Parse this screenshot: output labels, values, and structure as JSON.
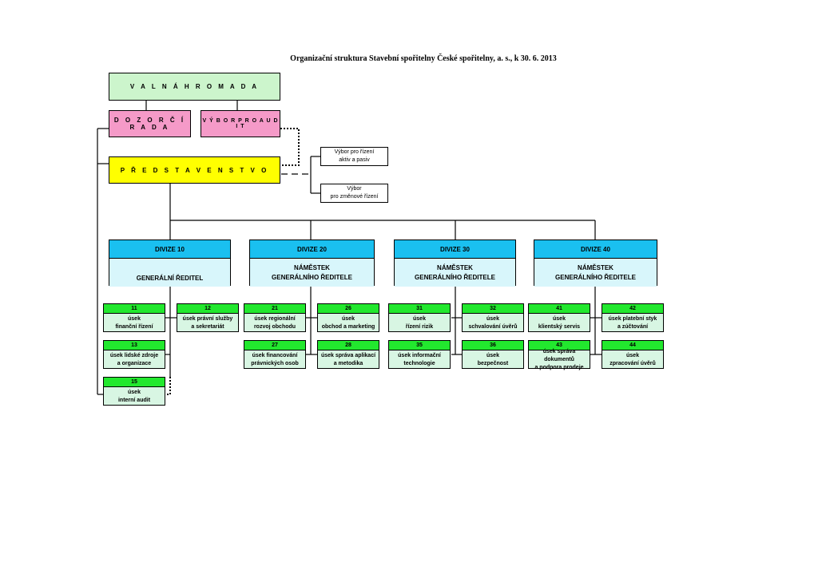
{
  "title": "Organizační struktura Stavební spořitelny České spořitelny, a. s., k 30. 6. 2013",
  "top": {
    "valna_hromada": "V A L N Á   H R O M A D A",
    "dozorci_rada": "D O Z O R Č Í   R A D A",
    "vybor_pro_audit": "V Ý B O R  P R O  A U D I T",
    "predstavenstvo": "P Ř E D S T A V E N S T V O"
  },
  "committees": [
    {
      "line1": "Výbor pro řízení",
      "line2": "aktiv a pasiv"
    },
    {
      "line1": "Výbor",
      "line2": "pro změnové řízení"
    }
  ],
  "divisions": [
    {
      "head": "DIVIZE 10",
      "line1": "GENERÁLNÍ ŘEDITEL",
      "line2": ""
    },
    {
      "head": "DIVIZE 20",
      "line1": "NÁMĚSTEK",
      "line2": "GENERÁLNÍHO ŘEDITELE"
    },
    {
      "head": "DIVIZE 30",
      "line1": "NÁMĚSTEK",
      "line2": "GENERÁLNÍHO ŘEDITELE"
    },
    {
      "head": "DIVIZE 40",
      "line1": "NÁMĚSTEK",
      "line2": "GENERÁLNÍHO ŘEDITELE"
    }
  ],
  "units": [
    {
      "num": "11",
      "line1": "úsek",
      "line2": "finanční řízení"
    },
    {
      "num": "12",
      "line1": "úsek právní služby",
      "line2": "a sekretariát"
    },
    {
      "num": "13",
      "line1": "úsek lidské zdroje",
      "line2": "a organizace"
    },
    {
      "num": "15",
      "line1": "úsek",
      "line2": "interní audit"
    },
    {
      "num": "21",
      "line1": "úsek regionální",
      "line2": "rozvoj obchodu"
    },
    {
      "num": "26",
      "line1": "úsek",
      "line2": "obchod a marketing"
    },
    {
      "num": "27",
      "line1": "úsek financování",
      "line2": "právnických osob"
    },
    {
      "num": "28",
      "line1": "úsek správa aplikací",
      "line2": "a metodika"
    },
    {
      "num": "31",
      "line1": "úsek",
      "line2": "řízení rizik"
    },
    {
      "num": "32",
      "line1": "úsek",
      "line2": "schvalování úvěrů"
    },
    {
      "num": "35",
      "line1": "úsek informační",
      "line2": "technologie"
    },
    {
      "num": "36",
      "line1": "úsek",
      "line2": "bezpečnost"
    },
    {
      "num": "41",
      "line1": "úsek",
      "line2": "klientský servis"
    },
    {
      "num": "42",
      "line1": "úsek platební styk",
      "line2": "a zúčtování"
    },
    {
      "num": "43",
      "line1": "úsek správa dokumentů",
      "line2": "a podpora prodeje"
    },
    {
      "num": "44",
      "line1": "úsek",
      "line2": "zpracování úvěrů"
    }
  ],
  "colors": {
    "valna_hromada": "#ccf5cc",
    "dozorci_rada": "#f59ac8",
    "predstavenstvo": "#ffff00",
    "division_head": "#1ac0f0",
    "division_body": "#d8f6fb",
    "unit_head": "#22e82e",
    "unit_body": "#d8f6e3"
  }
}
